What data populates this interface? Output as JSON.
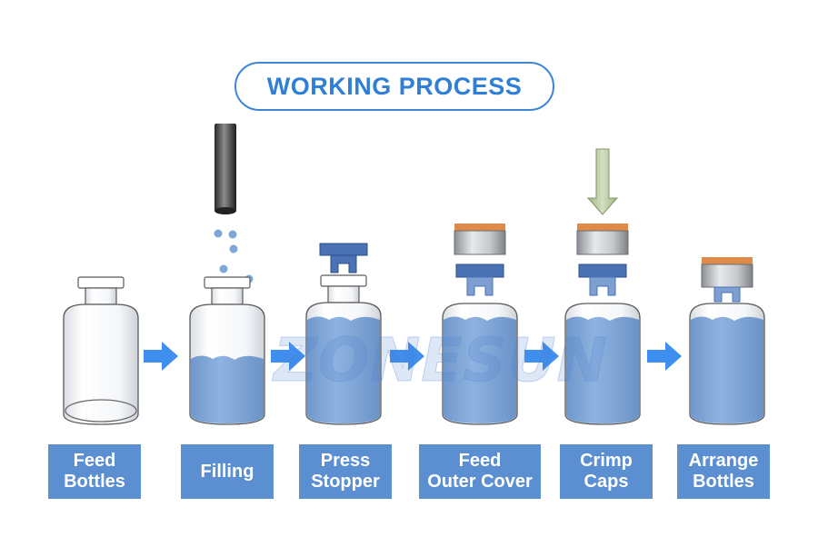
{
  "title": "WORKING PROCESS",
  "watermark": "ZONESUN",
  "steps": [
    {
      "line1": "Feed",
      "line2": "Bottles"
    },
    {
      "line1": "Filling",
      "line2": ""
    },
    {
      "line1": "Press",
      "line2": "Stopper"
    },
    {
      "line1": "Feed",
      "line2": "Outer Cover"
    },
    {
      "line1": "Crimp",
      "line2": "Caps"
    },
    {
      "line1": "Arrange",
      "line2": "Bottles"
    }
  ],
  "colors": {
    "accent": "#2f7fd6",
    "label_bg": "#5b8fd1",
    "arrow": "#3f8ff0",
    "liquid": "#7ea7d8",
    "stopper": "#4a72b5",
    "cap_orange": "#e08a4a",
    "press_arrow": "#b5c89a"
  }
}
